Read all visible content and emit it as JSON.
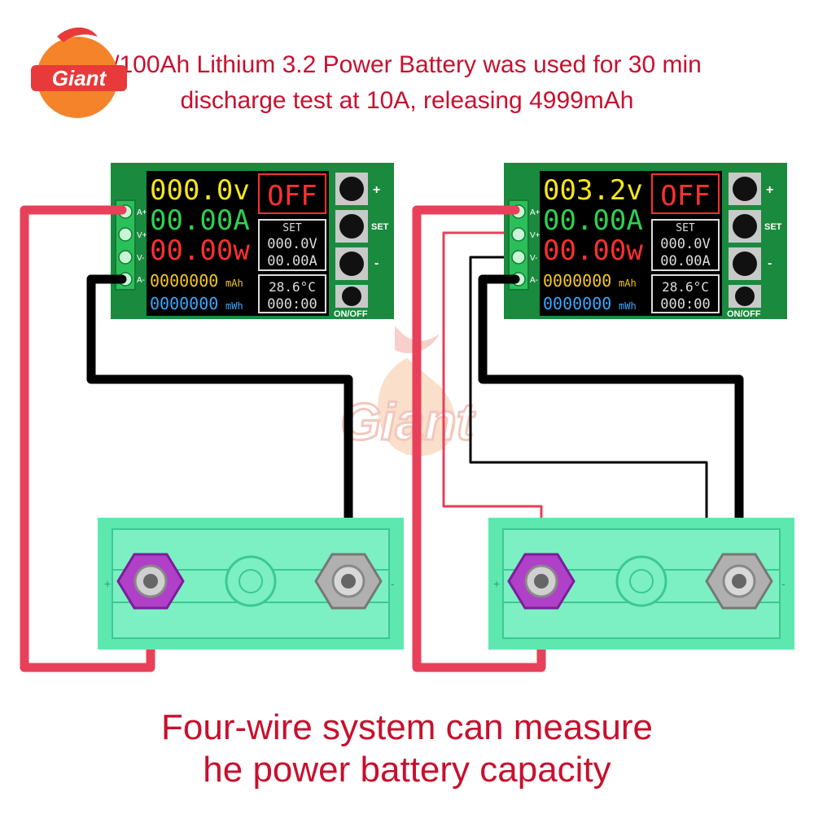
{
  "header": {
    "line1": "/100Ah Lithium 3.2 Power Battery was used for 30 min",
    "line2": "discharge test at 10A, releasing 4999mAh"
  },
  "footer": {
    "line1": "Four-wire system can measure",
    "line2": "he power battery capacity"
  },
  "logo": {
    "text": "Giant"
  },
  "watermark": {
    "text": "Giant"
  },
  "colors": {
    "wire_red": "#e8405a",
    "wire_black": "#000000",
    "pcb": "#1a8a3e",
    "battery": "#5ee8b0",
    "accent_text": "#c8102e"
  },
  "modules": [
    {
      "voltage": "000.0v",
      "current": "00.00A",
      "power": "00.00w",
      "capacity_mah": "0000000",
      "unit_mah": "mAh",
      "energy_mwh": "0000000",
      "unit_mwh": "mWh",
      "state": "OFF",
      "set_label": "SET",
      "set_voltage": "000.0V",
      "set_current": "00.00A",
      "temperature": "28.6°C",
      "timer": "000:00",
      "terminals": [
        "A+",
        "V+",
        "V-",
        "A-"
      ],
      "buttons": {
        "plus": "+",
        "set": "SET",
        "minus": "-",
        "onoff": "ON/OFF"
      }
    },
    {
      "voltage": "003.2v",
      "current": "00.00A",
      "power": "00.00w",
      "capacity_mah": "0000000",
      "unit_mah": "mAh",
      "energy_mwh": "0000000",
      "unit_mwh": "mWh",
      "state": "OFF",
      "set_label": "SET",
      "set_voltage": "000.0V",
      "set_current": "00.00A",
      "temperature": "28.6°C",
      "timer": "000:00",
      "terminals": [
        "A+",
        "V+",
        "V-",
        "A-"
      ],
      "buttons": {
        "plus": "+",
        "set": "SET",
        "minus": "-",
        "onoff": "ON/OFF"
      }
    }
  ],
  "batteries": [
    {
      "plus_label": "+",
      "minus_label": "-"
    },
    {
      "plus_label": "+",
      "minus_label": "-"
    }
  ]
}
